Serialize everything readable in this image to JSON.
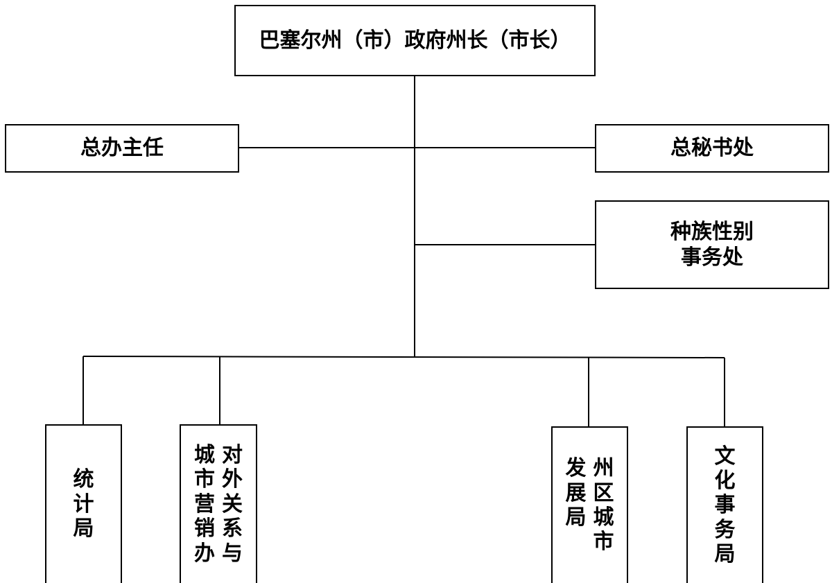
{
  "nodes": {
    "mayor": {
      "label": "巴塞尔州（市）政府州长（市长）"
    },
    "chief_office_director": {
      "label": "总办主任"
    },
    "general_secretariat": {
      "label": "总秘书处"
    },
    "race_gender_office": {
      "lines": [
        "种族性别",
        "事务处"
      ]
    },
    "statistics_bureau": {
      "columns": [
        "统计局"
      ]
    },
    "external_relations_office": {
      "columns": [
        "对外关系与",
        "城市营销办"
      ]
    },
    "urban_development_bureau": {
      "columns": [
        "州区城市",
        "发展局"
      ]
    },
    "cultural_affairs_bureau": {
      "columns": [
        "文化事务局"
      ]
    }
  },
  "colors": {
    "line": "#000000",
    "box_border": "#000000",
    "background": "#ffffff"
  }
}
